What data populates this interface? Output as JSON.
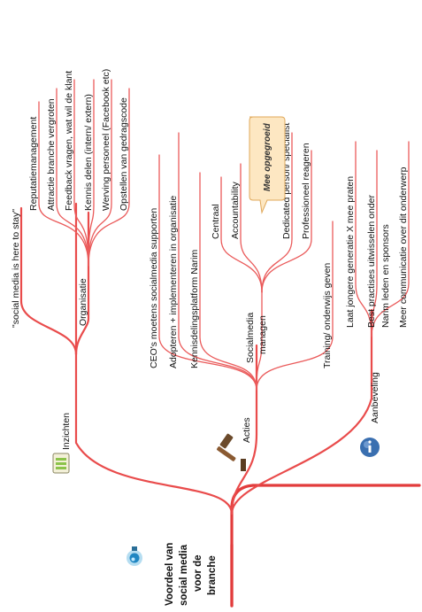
{
  "root": {
    "lines": [
      "Voordeel van",
      "social media",
      "voor de",
      "branche"
    ],
    "icon": "lightbulb-icon"
  },
  "branches": {
    "inzichten": {
      "label": "Inzichten",
      "icon": "notepad-icon",
      "quote": "\"social media is here to stay\"",
      "organisatie": {
        "label": "Organisatie",
        "items": [
          "Reputatiemanagement",
          "Attractie branche vergroten",
          "Feedback vragen, wat wil de klant",
          "Kennis delen (intern/ extern)",
          "Werving personeel (Facebook etc)",
          "Opstellen van gedragscode"
        ]
      }
    },
    "acties": {
      "label": "Acties",
      "icon": "gavel-icon",
      "items": [
        "CEO's moetens socialmedia supporten",
        "Adopteren + implementeren in organisatie",
        "Kennisdelingsplatform Narim",
        "Training/ onderwijs geven"
      ],
      "socialmedia": {
        "lines": [
          "Socialmedia",
          "managen"
        ],
        "items": [
          "Centraal",
          "Accountability",
          "Dedicated person/ specialist",
          "Professioneel reageren"
        ],
        "callout": "Mee opgegroeid"
      }
    },
    "aanbeveling": {
      "label": "Aanbeveling",
      "icon": "info-icon",
      "items": [
        "Laat jongere generatie X mee praten",
        "Best practises uitwisselen onder",
        "Narim leden en sponsors",
        "Meer communicatie over dit onderwerp"
      ]
    }
  }
}
